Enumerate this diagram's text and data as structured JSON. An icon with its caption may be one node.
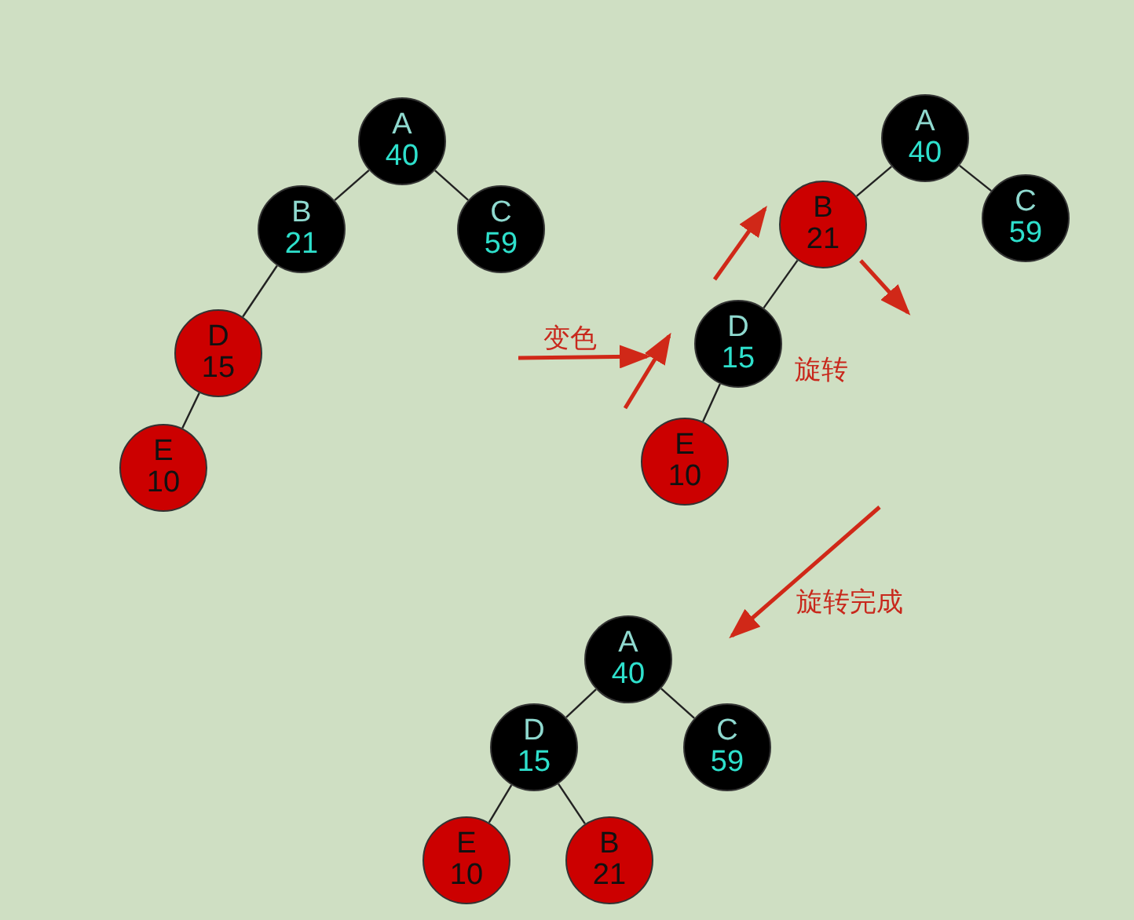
{
  "diagram": {
    "nodes": [
      {
        "text": [
          "A",
          "40"
        ]
      },
      {
        "text": [
          "B",
          "21"
        ]
      },
      {
        "text": [
          "C",
          "59"
        ]
      },
      {
        "text": [
          "D",
          "15"
        ]
      },
      {
        "text": [
          "E",
          "10"
        ]
      },
      {
        "text": [
          "A",
          "40"
        ]
      },
      {
        "text": [
          "B",
          "21"
        ]
      },
      {
        "text": [
          "C",
          "59"
        ]
      },
      {
        "text": [
          "D",
          "15"
        ]
      },
      {
        "text": [
          "E",
          "10"
        ]
      },
      {
        "text": [
          "A",
          "40"
        ]
      },
      {
        "text": [
          "D",
          "15"
        ]
      },
      {
        "text": [
          "C",
          "59"
        ]
      },
      {
        "text": [
          "E",
          "10"
        ]
      },
      {
        "text": [
          "B",
          "21"
        ]
      }
    ],
    "edges": [
      {
        "from": 0,
        "to": 1,
        "arrow": "none"
      },
      {
        "from": 0,
        "to": 2,
        "arrow": "none"
      },
      {
        "from": 1,
        "to": 3,
        "arrow": "none"
      },
      {
        "from": 3,
        "to": 4,
        "arrow": "none"
      },
      {
        "from": 5,
        "to": 6,
        "arrow": "none"
      },
      {
        "from": 5,
        "to": 7,
        "arrow": "none"
      },
      {
        "from": 6,
        "to": 8,
        "arrow": "none"
      },
      {
        "from": 8,
        "to": 9,
        "arrow": "none"
      },
      {
        "from": 10,
        "to": 11,
        "arrow": "none"
      },
      {
        "from": 10,
        "to": 12,
        "arrow": "none"
      },
      {
        "from": 11,
        "to": 13,
        "arrow": "none"
      },
      {
        "from": 11,
        "to": 14,
        "arrow": "none"
      }
    ],
    "labels": [
      "变色",
      "旋转",
      "旋转完成"
    ]
  }
}
